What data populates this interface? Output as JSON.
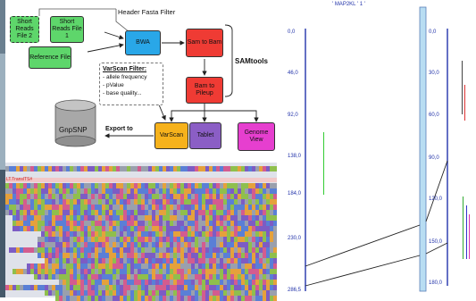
{
  "pipeline": {
    "inputs": {
      "short_reads_2": "Short Reads File 2",
      "short_reads_1": "Short Reads File 1",
      "reference": "Reference File"
    },
    "header_filter": "Header Fasta Filter",
    "bwa": "BWA",
    "sam_to_bam": "Sam to Bam",
    "bam_to_pileup": "Bam to Pileup",
    "samtools": "SAMtools",
    "varscan_filter": {
      "title": "VarScan Filter:",
      "items": [
        "- allele frequency",
        "- pValue",
        "- base quality..."
      ]
    },
    "gnpsnp": "GnpSNP",
    "export_to": "Export to",
    "varscan": "VarScan",
    "tablet": "Tablet",
    "genome_view": "Genome View",
    "colors": {
      "green": "#5ed66b",
      "blue": "#29a7e8",
      "red": "#ef3b34",
      "orange": "#f6b21c",
      "purple": "#8b5ec5",
      "magenta": "#e63fcf"
    }
  },
  "alignment": {
    "ref_label": "LT.TranslTS#"
  },
  "map": {
    "title": "' MAP2KL ' 1 '",
    "left_ticks": [
      "0,0",
      "46,0",
      "92,0",
      "138,0",
      "184,0",
      "230,0",
      "286,5"
    ],
    "right_ticks": [
      "0,0",
      "30,0",
      "60,0",
      "90,0",
      "120,0",
      "150,0",
      "180,0"
    ]
  }
}
